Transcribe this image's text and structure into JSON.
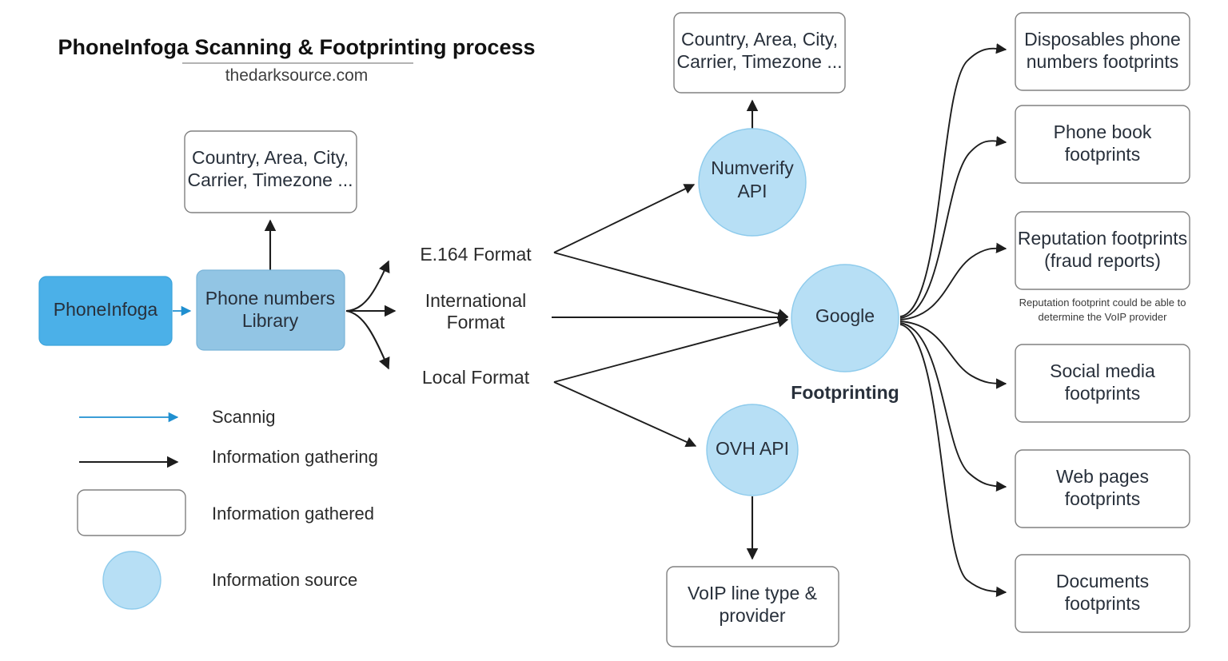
{
  "header": {
    "title": "PhoneInfoga Scanning & Footprinting process",
    "subtitle": "thedarksource.com"
  },
  "nodes": {
    "phoneinfoga": {
      "label": "PhoneInfoga"
    },
    "library": {
      "line1": "Phone numbers",
      "line2": "Library"
    },
    "library_output": {
      "line1": "Country, Area, City,",
      "line2": "Carrier, Timezone ..."
    },
    "numverify_output": {
      "line1": "Country, Area, City,",
      "line2": "Carrier, Timezone ..."
    },
    "numverify": {
      "line1": "Numverify",
      "line2": "API"
    },
    "ovh": {
      "line1": "OVH API",
      "line2": ""
    },
    "ovh_output": {
      "line1": "VoIP line type &",
      "line2": "provider"
    },
    "google": {
      "label": "Google",
      "caption": "Footprinting"
    }
  },
  "formats": [
    {
      "id": "e164",
      "line1": "E.164 Format",
      "line2": ""
    },
    {
      "id": "international",
      "line1": "International",
      "line2": "Format"
    },
    {
      "id": "local",
      "line1": "Local Format",
      "line2": ""
    }
  ],
  "footprints": [
    {
      "id": "disposables",
      "line1": "Disposables phone",
      "line2": "numbers footprints",
      "note": ""
    },
    {
      "id": "phone-book",
      "line1": "Phone book",
      "line2": "footprints",
      "note": ""
    },
    {
      "id": "reputation",
      "line1": "Reputation footprints",
      "line2": "(fraud reports)",
      "note_line1": "Reputation footprint could be able to",
      "note_line2": "determine the VoIP provider"
    },
    {
      "id": "social-media",
      "line1": "Social media",
      "line2": "footprints",
      "note": ""
    },
    {
      "id": "web-pages",
      "line1": "Web pages",
      "line2": "footprints",
      "note": ""
    },
    {
      "id": "documents",
      "line1": "Documents",
      "line2": "footprints",
      "note": ""
    }
  ],
  "legend": [
    {
      "id": "scanning",
      "label": "Scannig",
      "symbol": "blue-arrow"
    },
    {
      "id": "information-gathering",
      "label": "Information gathering",
      "symbol": "black-arrow"
    },
    {
      "id": "information-gathered",
      "label": "Information gathered",
      "symbol": "white-box"
    },
    {
      "id": "information-source",
      "label": "Information source",
      "symbol": "blue-circle"
    }
  ],
  "colors": {
    "scanning_arrow": "#1f8fd0",
    "gathering_arrow": "#1d1d1d",
    "phoneinfoga_fill": "#4bb0e8",
    "library_fill": "#92c5e4",
    "source_fill": "#b7dff5",
    "box_fill": "#ffffff",
    "box_stroke": "#808080"
  }
}
